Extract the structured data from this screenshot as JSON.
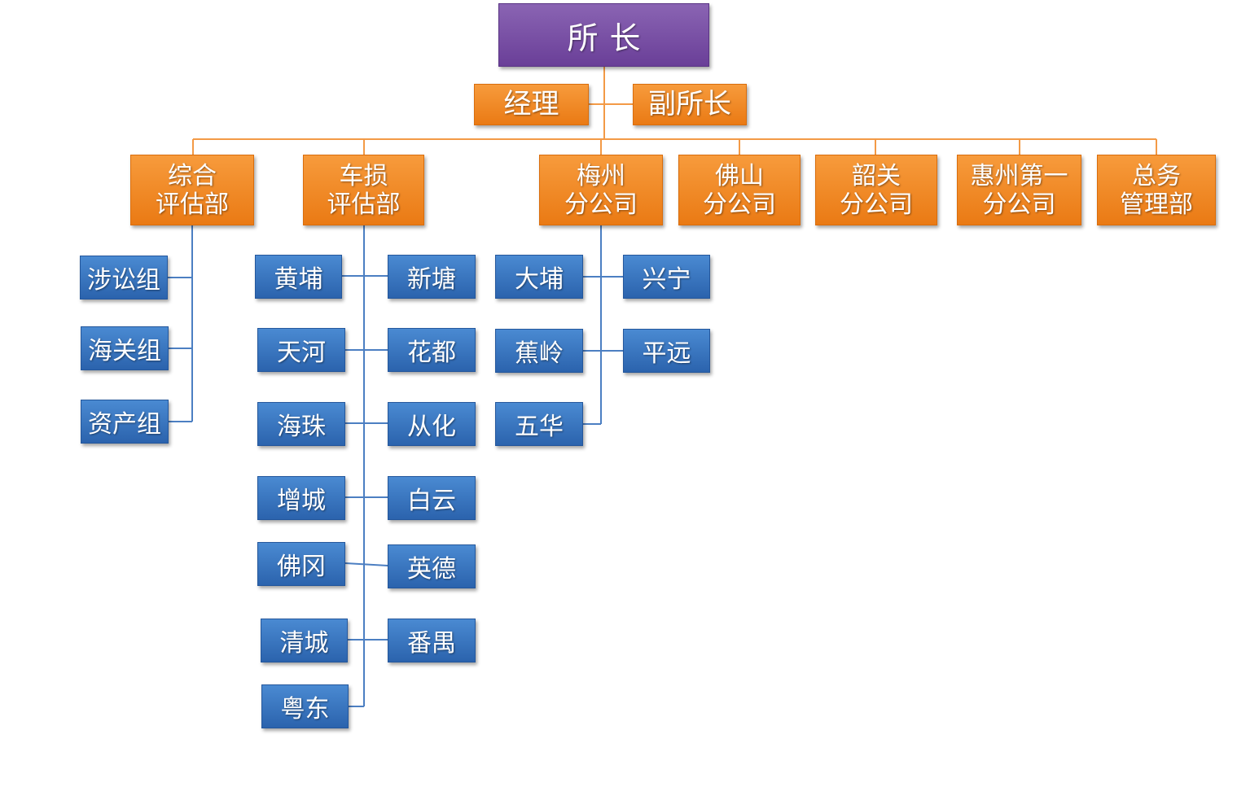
{
  "colors": {
    "director": "#7a52a8",
    "dept": "#f08a24",
    "group": "#3a75c2",
    "line_orange": "#f39a46",
    "line_blue": "#4c7fc2"
  },
  "director": {
    "label": "所长"
  },
  "managers": {
    "manager": "经理",
    "deputy": "副所长"
  },
  "departments": [
    {
      "line1": "综合",
      "line2": "评估部"
    },
    {
      "line1": "车损",
      "line2": "评估部"
    },
    {
      "line1": "梅州",
      "line2": "分公司"
    },
    {
      "line1": "佛山",
      "line2": "分公司"
    },
    {
      "line1": "韶关",
      "line2": "分公司"
    },
    {
      "line1": "惠州第一",
      "line2": "分公司"
    },
    {
      "line1": "总务",
      "line2": "管理部"
    }
  ],
  "general_groups": [
    "涉讼组",
    "海关组",
    "资产组"
  ],
  "vehicle_groups": [
    "黄埔",
    "新塘",
    "天河",
    "花都",
    "海珠",
    "从化",
    "增城",
    "白云",
    "佛冈",
    "英德",
    "清城",
    "番禺",
    "粤东"
  ],
  "meizhou_groups": [
    "大埔",
    "兴宁",
    "蕉岭",
    "平远",
    "五华"
  ]
}
